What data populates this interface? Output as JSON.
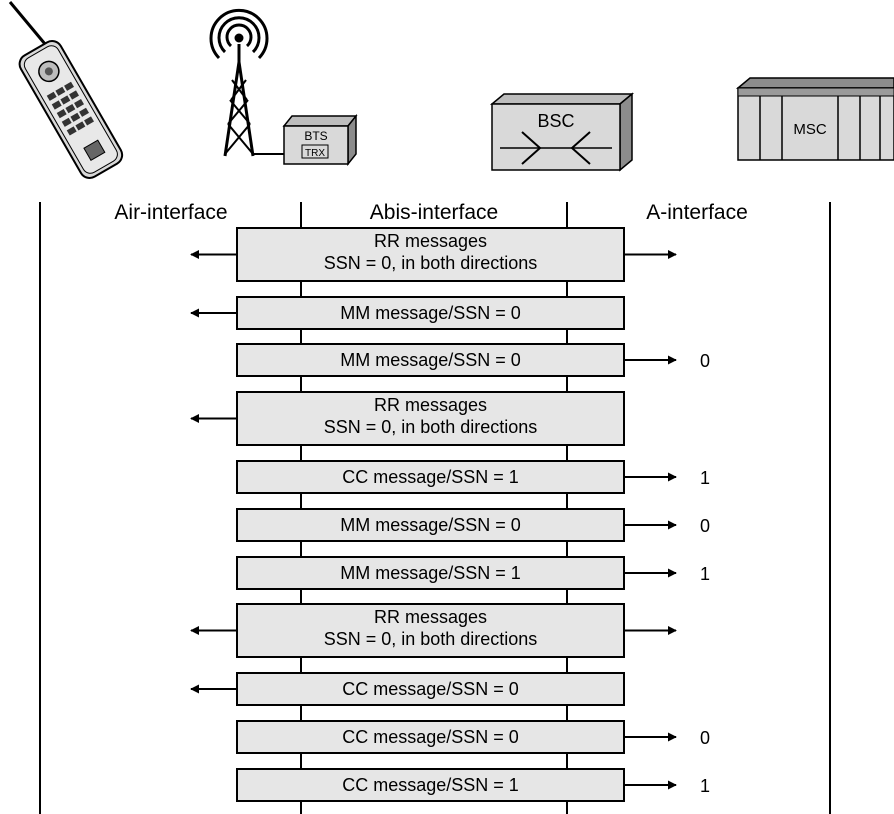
{
  "interfaces": {
    "air": "Air-interface",
    "abis": "Abis-interface",
    "a": "A-interface"
  },
  "equipment": {
    "bts_label": "BTS",
    "trx_label": "TRX",
    "bsc_label": "BSC",
    "msc_label": "MSC"
  },
  "messages": [
    {
      "lines": [
        "RR messages",
        "SSN = 0, in both directions"
      ],
      "left_arrow": true,
      "right_arrow": true,
      "ssn": ""
    },
    {
      "lines": [
        "MM message/SSN = 0"
      ],
      "left_arrow": true,
      "right_arrow": false,
      "ssn": ""
    },
    {
      "lines": [
        "MM message/SSN = 0"
      ],
      "left_arrow": false,
      "right_arrow": true,
      "ssn": "0"
    },
    {
      "lines": [
        "RR messages",
        "SSN = 0, in both directions"
      ],
      "left_arrow": true,
      "right_arrow": false,
      "ssn": ""
    },
    {
      "lines": [
        "CC message/SSN = 1"
      ],
      "left_arrow": false,
      "right_arrow": true,
      "ssn": "1"
    },
    {
      "lines": [
        "MM message/SSN = 0"
      ],
      "left_arrow": false,
      "right_arrow": true,
      "ssn": "0"
    },
    {
      "lines": [
        "MM message/SSN = 1"
      ],
      "left_arrow": false,
      "right_arrow": true,
      "ssn": "1"
    },
    {
      "lines": [
        "RR messages",
        "SSN = 0, in both directions"
      ],
      "left_arrow": true,
      "right_arrow": true,
      "ssn": ""
    },
    {
      "lines": [
        "CC message/SSN = 0"
      ],
      "left_arrow": true,
      "right_arrow": false,
      "ssn": ""
    },
    {
      "lines": [
        "CC message/SSN = 0"
      ],
      "left_arrow": false,
      "right_arrow": true,
      "ssn": "0"
    },
    {
      "lines": [
        "CC message/SSN = 1"
      ],
      "left_arrow": false,
      "right_arrow": true,
      "ssn": "1"
    }
  ],
  "colors": {
    "box_fill": "#e6e6e6",
    "stroke": "#000000",
    "equipment_fill": "#d9d9d9",
    "equipment_dark": "#9a9a9a"
  }
}
